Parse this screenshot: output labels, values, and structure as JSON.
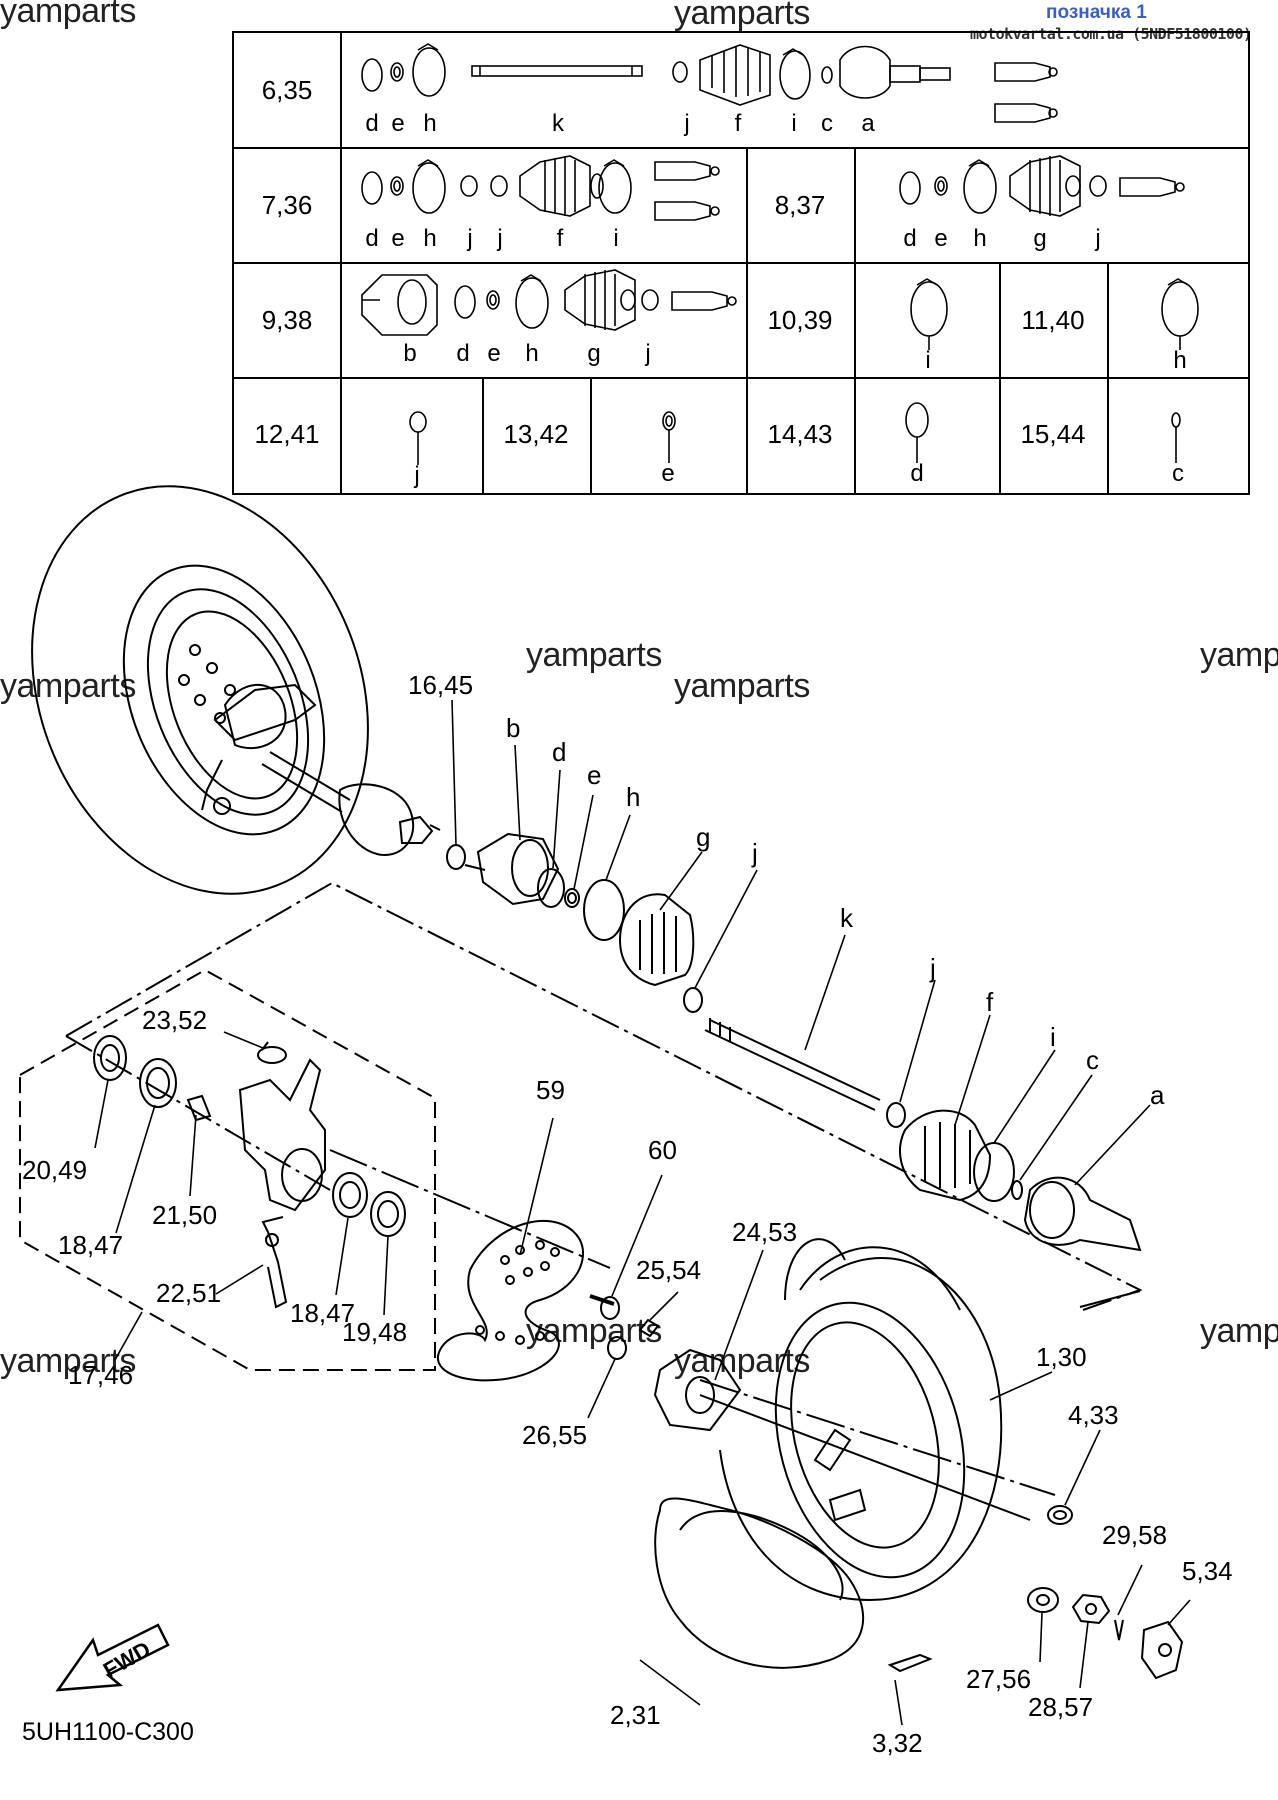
{
  "header": {
    "label": "позначка 1",
    "source": "motokvartal.com.ua (5NDF51800100)"
  },
  "watermark": "yamparts",
  "kit_table": {
    "rows": [
      {
        "ref": "6,35",
        "parts": [
          "d",
          "e",
          "h",
          "k",
          "j",
          "f",
          "i",
          "c",
          "a"
        ]
      },
      {
        "ref": "7,36",
        "parts": [
          "d",
          "e",
          "h",
          "j",
          "j",
          "f",
          "i"
        ]
      },
      {
        "ref": "8,37",
        "parts": [
          "d",
          "e",
          "h",
          "g",
          "j"
        ]
      },
      {
        "ref": "9,38",
        "parts": [
          "b",
          "d",
          "e",
          "h",
          "g",
          "j"
        ]
      },
      {
        "ref": "10,39",
        "parts": [
          "i"
        ]
      },
      {
        "ref": "11,40",
        "parts": [
          "h"
        ]
      },
      {
        "ref": "12,41",
        "parts": [
          "j"
        ]
      },
      {
        "ref": "13,42",
        "parts": [
          "e"
        ]
      },
      {
        "ref": "14,43",
        "parts": [
          "d"
        ]
      },
      {
        "ref": "15,44",
        "parts": [
          "c"
        ]
      }
    ]
  },
  "callouts": [
    "16,45",
    "b",
    "d",
    "e",
    "h",
    "g",
    "j",
    "k",
    "j",
    "f",
    "i",
    "c",
    "a",
    "23,52",
    "20,49",
    "18,47",
    "21,50",
    "22,51",
    "18,47",
    "19,48",
    "17,46",
    "59",
    "60",
    "24,53",
    "25,54",
    "26,55",
    "1,30",
    "4,33",
    "29,58",
    "5,34",
    "27,56",
    "28,57",
    "2,31",
    "3,32"
  ],
  "fwd_label": "FWD",
  "diagram_code": "5UH1100-C300"
}
